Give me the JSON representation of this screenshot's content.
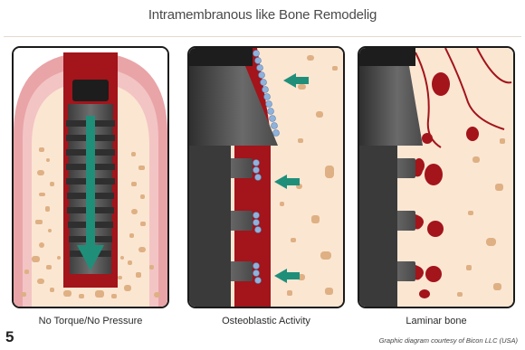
{
  "title": "Intramembranous like Bone Remodelig",
  "panels": [
    {
      "caption": "No Torque/No Pressure"
    },
    {
      "caption": "Osteoblastic Activity"
    },
    {
      "caption": "Laminar bone"
    }
  ],
  "figure_number": "5",
  "credit": "Graphic diagram courtesy of Bicon LLC (USA)",
  "colors": {
    "bone": "#fbe6d2",
    "bone_speckle": "#deb083",
    "gum_pink": "#e9a4a8",
    "blood_red": "#a3141b",
    "implant_gray": "#555555",
    "arrow_teal": "#1f8f7a",
    "osteoblast_blue": "#8fb2db"
  }
}
